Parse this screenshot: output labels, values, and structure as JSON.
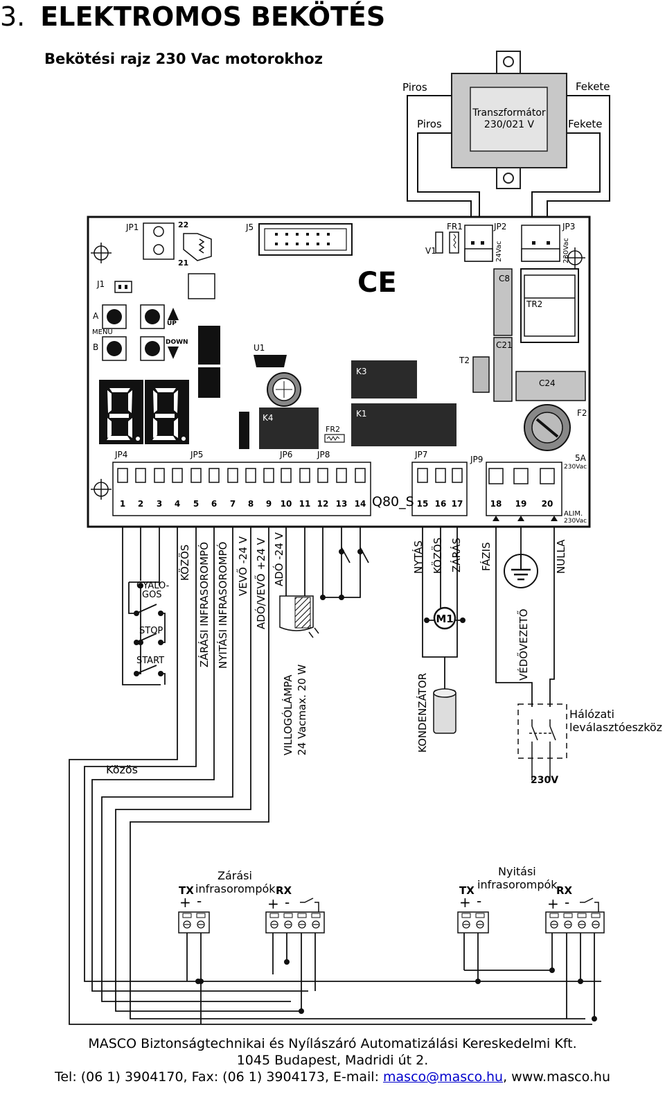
{
  "header": {
    "section_number": "3.",
    "section_title": "ELEKTROMOS BEKÖTÉS",
    "subtitle": "Bekötési rajz 230 Vac motorokhoz"
  },
  "transformer": {
    "label": "Transzformátor",
    "rating": "230/021 V",
    "wire_left_outer": "Piros",
    "wire_left_inner": "Piros",
    "wire_right_outer": "Fekete",
    "wire_right_inner": "Fekete"
  },
  "board": {
    "model": "Q80_S",
    "ce_mark": "CE",
    "buttons": {
      "a": "A",
      "menu": "MENU",
      "b": "B",
      "up": "UP",
      "down": "DOWN"
    },
    "display": "8.8.",
    "components": {
      "jp1": "JP1",
      "jp1_pin22": "22",
      "jp1_pin21": "21",
      "j5": "J5",
      "j1": "J1",
      "fr1": "FR1",
      "v1": "V1",
      "jp2": "JP2",
      "jp2_v": "24Vac",
      "jp3": "JP3",
      "jp3_v": "230Vac",
      "c8": "C8",
      "tr2": "TR2",
      "c21": "C21",
      "t2": "T2",
      "c24": "C24",
      "u1": "U1",
      "k3": "K3",
      "k1": "K1",
      "k4": "K4",
      "fr2": "FR2",
      "f2": "F2",
      "fuse_rating": "5A",
      "fuse_voltage": "230Vac",
      "alim": "ALIM.",
      "alim_voltage": "230Vac",
      "jp4": "JP4",
      "jp5": "JP5",
      "jp6": "JP6",
      "jp8": "JP8",
      "jp7": "JP7",
      "jp9": "JP9"
    },
    "terminals": [
      "1",
      "2",
      "3",
      "4",
      "5",
      "6",
      "7",
      "8",
      "9",
      "10",
      "11",
      "12",
      "13",
      "14",
      "15",
      "16",
      "17",
      "18",
      "19",
      "20"
    ]
  },
  "labels": {
    "kozos_vertical": "KÖZÖS",
    "zarasi_infra": "ZÁRÁSI INFRASOROMPÓ",
    "nyitasi_infra": "NYITÁSI INFRASOROMPÓ",
    "vevo": "VEVŐ -24 V",
    "ado_vevo": "ADÓ/VEVŐ +24 V",
    "ado": "ADÓ -24 V",
    "gyalogos": "GYALO-\nGOS",
    "stop": "STOP",
    "start": "START",
    "villogolampa": "VILLOGÓLÁMPA",
    "lamp_rating": "24 Vacmax. 20 W",
    "nyitas": "NYTÁS",
    "kozos_motor": "KÖZÖS",
    "zaras": "ZÁRÁS",
    "motor": "M1",
    "kondenzator": "KONDENZÁTOR",
    "fazis": "FÁZIS",
    "vedovezeto": "VÉDŐVEZETŐ",
    "nulla": "NULLA",
    "halozati_1": "Hálózati",
    "halozati_2": "leválasztóeszköz",
    "voltage_230": "230V",
    "kozos_bus": "Közös",
    "zarasi_ir_1": "Zárási",
    "zarasi_ir_2": "infrasorompók",
    "nyitasi_ir_1": "Nyitási",
    "nyitasi_ir_2": "infrasorompók",
    "tx": "TX",
    "rx": "RX",
    "plus": "+",
    "minus": "-"
  },
  "footer": {
    "line1": "MASCO Biztonságtechnikai és Nyílászáró Automatizálási Kereskedelmi Kft.",
    "line2": "1045 Budapest, Madridi út 2.",
    "line3_prefix": "Tel: (06 1) 3904170, Fax: (06 1) 3904173, E-mail: ",
    "email": "masco@masco.hu",
    "line3_sep": ", ",
    "website": "www.masco.hu"
  }
}
